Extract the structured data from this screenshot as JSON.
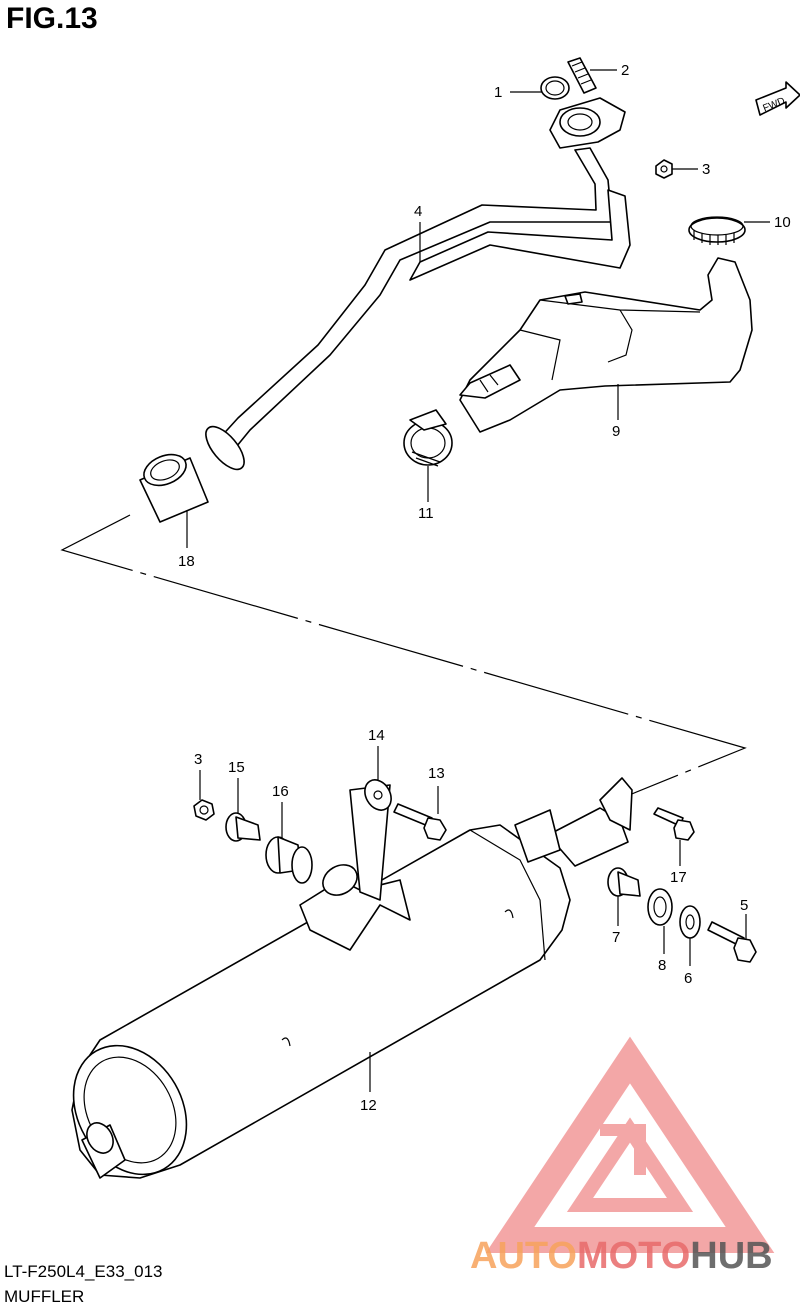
{
  "figure": {
    "title": "FIG.13",
    "code": "LT-F250L4_E33_013",
    "name": "MUFFLER"
  },
  "direction_label": "FWD",
  "callouts": [
    "1",
    "2",
    "3",
    "4",
    "5",
    "6",
    "7",
    "8",
    "9",
    "10",
    "11",
    "12",
    "13",
    "14",
    "15",
    "16",
    "17",
    "18",
    "3"
  ],
  "watermark": {
    "part_a": "AUTO",
    "part_b": "MOTO",
    "part_c": "HUB",
    "color_a": "#f7a35c",
    "color_b": "#e86a6a",
    "color_c": "#555555"
  },
  "colors": {
    "line": "#000000",
    "background": "#ffffff",
    "watermark_triangle": "#f08a8a"
  }
}
